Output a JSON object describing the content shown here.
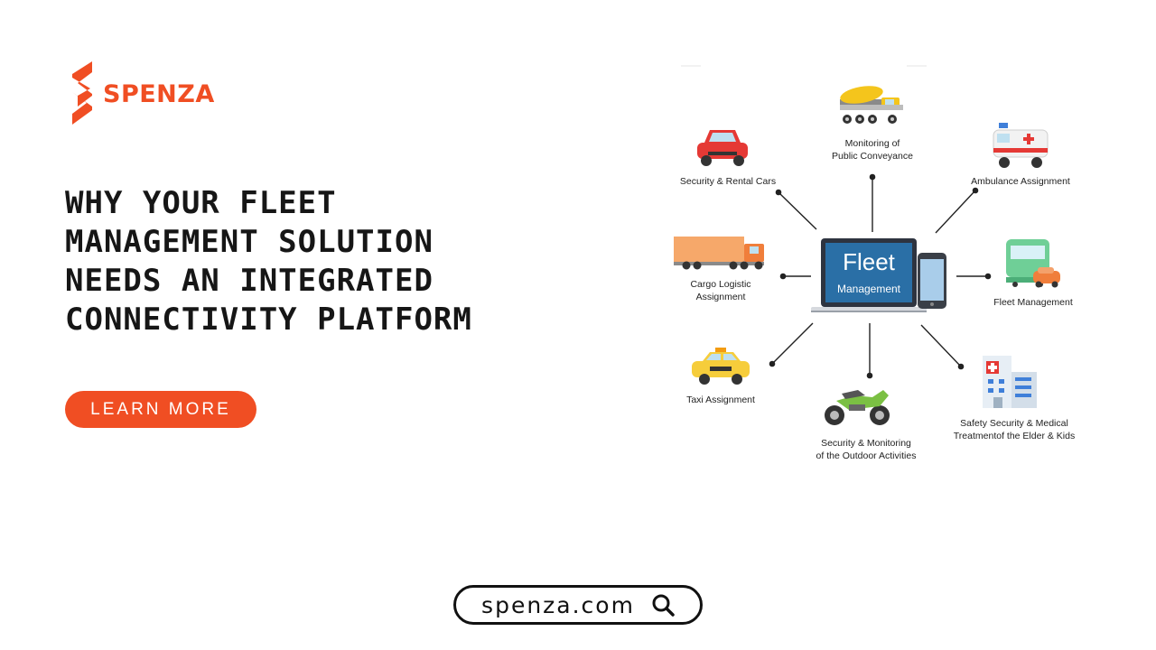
{
  "brand": {
    "name": "SPENZA",
    "color": "#f04e23"
  },
  "headline": {
    "lines": [
      "WHY YOUR FLEET",
      "MANAGEMENT SOLUTION",
      "NEEDS AN INTEGRATED",
      "CONNECTIVITY PLATFORM"
    ]
  },
  "cta": {
    "label": "LEARN MORE"
  },
  "website": {
    "text": "spenza.com",
    "icon": "search-icon"
  },
  "diagram": {
    "center": {
      "title": "Fleet",
      "subtitle": "Management"
    },
    "nodes": [
      {
        "id": "public",
        "lines": [
          "Monitoring of",
          "Public Conveyance"
        ],
        "icon": "cement-truck-icon"
      },
      {
        "id": "ambulance",
        "lines": [
          "Ambulance Assignment"
        ],
        "icon": "ambulance-icon"
      },
      {
        "id": "fleet",
        "lines": [
          "Fleet Management"
        ],
        "icon": "bus-icon"
      },
      {
        "id": "medical",
        "lines": [
          "Safety Security & Medical",
          "Treatmentof the Elder & Kids"
        ],
        "icon": "hospital-icon"
      },
      {
        "id": "outdoor",
        "lines": [
          "Security & Monitoring",
          "of the Outdoor Activities"
        ],
        "icon": "motorcycle-icon"
      },
      {
        "id": "taxi",
        "lines": [
          "Taxi Assignment"
        ],
        "icon": "taxi-icon"
      },
      {
        "id": "cargo",
        "lines": [
          "Cargo Logistic",
          "Assignment"
        ],
        "icon": "cargo-truck-icon"
      },
      {
        "id": "rental",
        "lines": [
          "Security & Rental Cars"
        ],
        "icon": "car-icon"
      }
    ]
  }
}
